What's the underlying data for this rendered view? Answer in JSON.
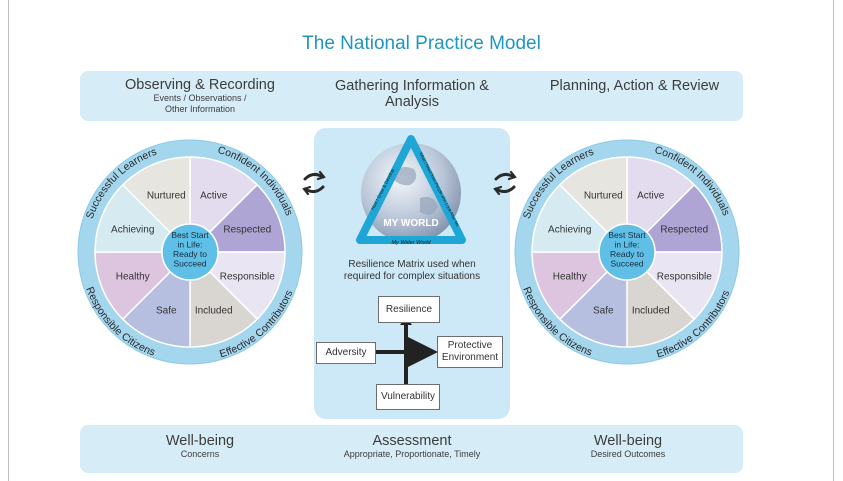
{
  "title": "The National Practice Model",
  "top_band": {
    "left": {
      "heading": "Observing & Recording",
      "sub1": "Events / Observations /",
      "sub2": "Other Information"
    },
    "center": {
      "heading1": "Gathering Information &",
      "heading2": "Analysis"
    },
    "right": {
      "heading": "Planning, Action & Review"
    }
  },
  "bottom_band": {
    "left": {
      "heading": "Well-being",
      "sub": "Concerns"
    },
    "center": {
      "heading": "Assessment",
      "sub": "Appropriate, Proportionate, Timely"
    },
    "right": {
      "heading": "Well-being",
      "sub": "Desired Outcomes"
    }
  },
  "wheel": {
    "outer_labels": [
      "Successful Learners",
      "Confident Individuals",
      "Responsible Citizens",
      "Effective Contributors"
    ],
    "segments": [
      "Active",
      "Respected",
      "Responsible",
      "Included",
      "Safe",
      "Healthy",
      "Achieving",
      "Nurtured"
    ],
    "center_lines": [
      "Best Start",
      "in Life:",
      "Ready to",
      "Succeed"
    ]
  },
  "my_world": {
    "title": "MY WORLD",
    "bottom": "My Wider World",
    "left_side": "How I Grow & Develop",
    "right_side": "What I Need from People who Look After Me"
  },
  "resilience_caption": [
    "Resilience Matrix used when",
    "required for complex situations"
  ],
  "matrix": {
    "top": "Resilience",
    "left": "Adversity",
    "right1": "Protective",
    "right2": "Environment",
    "bottom": "Vulnerability"
  },
  "colors": {
    "accent": "#1f96c2",
    "band": "#d6edf8",
    "wheel_ring": "#a4d6ee",
    "wheel_center": "#5fbfe6",
    "segments": [
      "#e3dcef",
      "#aea5d4",
      "#e9e5f3",
      "#d9d6d1",
      "#b7bfe0",
      "#dec5df",
      "#d5ebf1",
      "#e7e5e0"
    ]
  },
  "icons": [
    "cycle-arrows-icon",
    "globe-icon",
    "arrow-icon"
  ]
}
